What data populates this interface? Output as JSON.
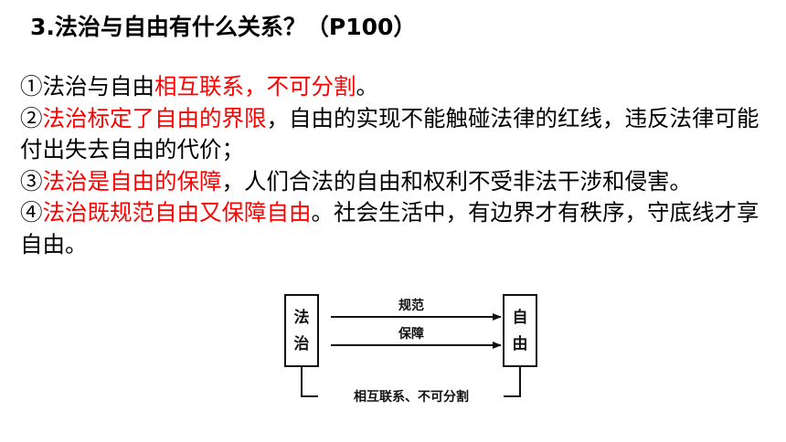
{
  "heading": "3.法治与自由有什么关系？（P100）",
  "points": [
    {
      "num": "①",
      "segments": [
        {
          "text": "法治与自由",
          "red": false
        },
        {
          "text": "相互联系，不可分割",
          "red": true
        },
        {
          "text": "。",
          "red": false
        }
      ]
    },
    {
      "num": "②",
      "segments": [
        {
          "text": "法治标定了自由的界限",
          "red": true
        },
        {
          "text": "，自由的实现不能触碰法律的红线，违反法律可能付出失去自由的代价；",
          "red": false
        }
      ]
    },
    {
      "num": "③",
      "segments": [
        {
          "text": "法治是自由的保障",
          "red": true
        },
        {
          "text": "，人们合法的自由和权利不受非法干涉和侵害。",
          "red": false
        }
      ]
    },
    {
      "num": "④",
      "segments": [
        {
          "text": "法治既规范自由又保障自由",
          "red": true
        },
        {
          "text": "。社会生活中，有边界才有秩序，守底线才享自由。",
          "red": false
        }
      ]
    }
  ],
  "diagram": {
    "left_box": [
      "法",
      "治"
    ],
    "right_box": [
      "自",
      "由"
    ],
    "arrow_top_label": "规范",
    "arrow_bottom_label": "保障",
    "bracket_label": "相互联系、不可分割"
  },
  "colors": {
    "emphasis": "#ff0000",
    "text": "#000000",
    "background": "#ffffff"
  }
}
